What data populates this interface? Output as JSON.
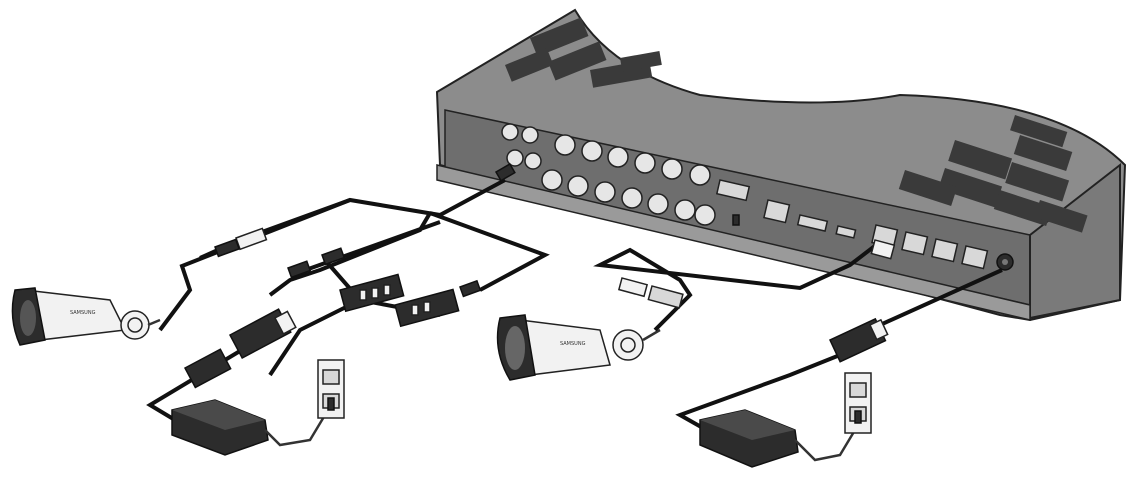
{
  "figure": {
    "camera_brand_label": "SAMSUNG",
    "devices": [
      "dvr-recorder",
      "bullet-camera-left",
      "bullet-camera-center",
      "power-adapter-left",
      "power-adapter-right",
      "wall-outlet-left",
      "wall-outlet-right",
      "power-splitter"
    ],
    "colors": {
      "device_body": "#8c8c8c",
      "back_panel": "#6e6e6e",
      "cable": "#111111",
      "connector": "#e6e6e6"
    }
  }
}
